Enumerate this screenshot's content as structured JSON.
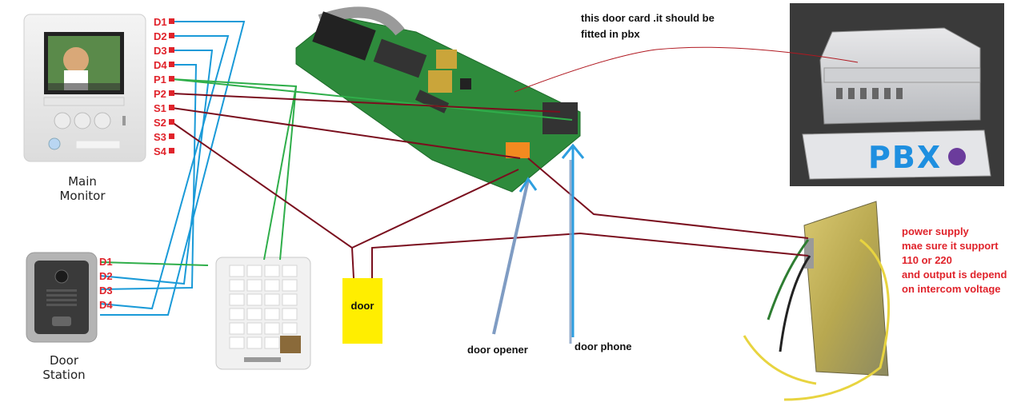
{
  "colors": {
    "blue_wire": "#1a9ad8",
    "green_wire": "#2fae4a",
    "maroon_wire": "#7a0f1e",
    "pointer_blue": "#2e9fe0",
    "pointer_steel": "#7f9cc3",
    "pin_red": "#e0232b",
    "door_yellow": "#ffee00",
    "pbx_blue": "#1e8fe0",
    "pcb_green": "#2e8b3c"
  },
  "monitor": {
    "caption_line1": "Main",
    "caption_line2": "Monitor",
    "pins": [
      "D1",
      "D2",
      "D3",
      "D4",
      "P1",
      "P2",
      "S1",
      "S2",
      "S3",
      "S4"
    ]
  },
  "door_station": {
    "caption_line1": "Door",
    "caption_line2": "Station",
    "pins": [
      "D1",
      "D2",
      "D3",
      "D4"
    ]
  },
  "door": {
    "label": "door"
  },
  "pbx": {
    "logo": "PBX"
  },
  "notes": {
    "door_card_line1": "this door card .it should be",
    "door_card_line2": "fitted in pbx",
    "door_opener": "door opener",
    "door_phone": "door phone",
    "power_supply": [
      "power supply",
      "mae sure it support",
      "110 or 220",
      "and output is depend",
      "on intercom voltage"
    ]
  }
}
